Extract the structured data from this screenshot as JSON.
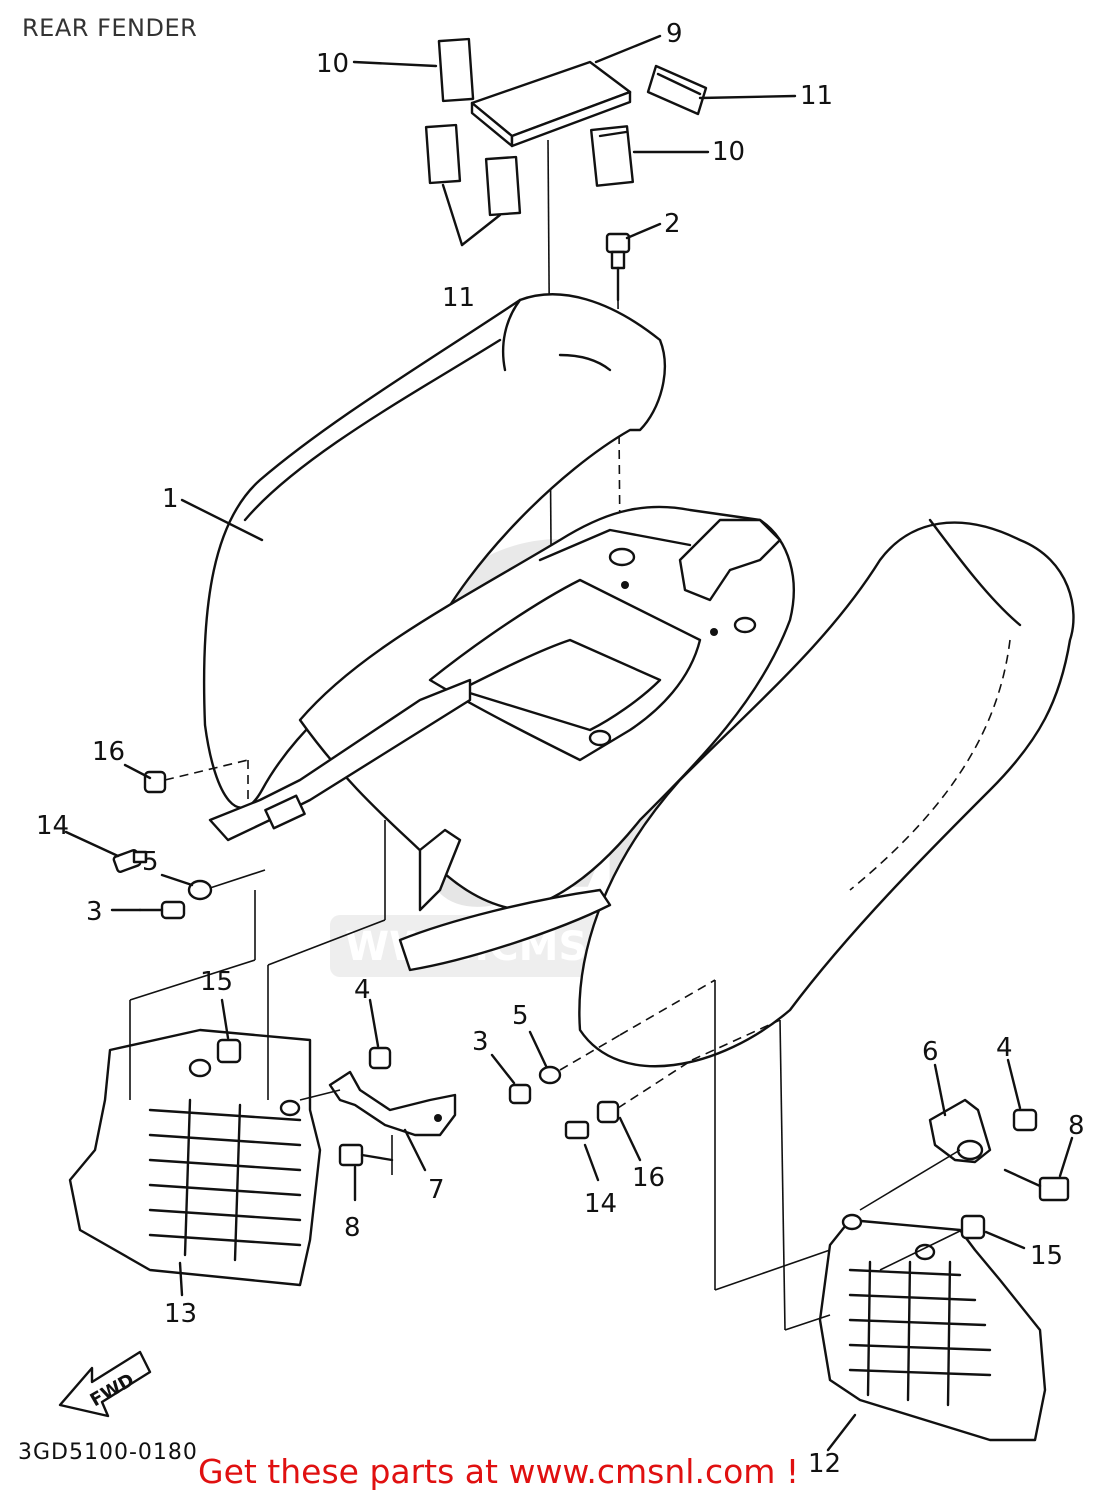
{
  "title": "REAR FENDER",
  "diagram_code": "3GD5100-0180",
  "banner": "Get these parts at www.cmsnl.com !",
  "watermark": {
    "logo": "CMS",
    "url": "WWW.CMSNL.COM"
  },
  "fwd_label": "FWD",
  "callouts": [
    {
      "id": "c1",
      "label": "1"
    },
    {
      "id": "c2",
      "label": "2"
    },
    {
      "id": "c3a",
      "label": "3"
    },
    {
      "id": "c3b",
      "label": "3"
    },
    {
      "id": "c4a",
      "label": "4"
    },
    {
      "id": "c4b",
      "label": "4"
    },
    {
      "id": "c5a",
      "label": "5"
    },
    {
      "id": "c5b",
      "label": "5"
    },
    {
      "id": "c6",
      "label": "6"
    },
    {
      "id": "c7",
      "label": "7"
    },
    {
      "id": "c8a",
      "label": "8"
    },
    {
      "id": "c8b",
      "label": "8"
    },
    {
      "id": "c9",
      "label": "9"
    },
    {
      "id": "c10a",
      "label": "10"
    },
    {
      "id": "c10b",
      "label": "10"
    },
    {
      "id": "c11a",
      "label": "11"
    },
    {
      "id": "c11b",
      "label": "11"
    },
    {
      "id": "c12",
      "label": "12"
    },
    {
      "id": "c13",
      "label": "13"
    },
    {
      "id": "c14a",
      "label": "14"
    },
    {
      "id": "c14b",
      "label": "14"
    },
    {
      "id": "c15a",
      "label": "15"
    },
    {
      "id": "c15b",
      "label": "15"
    },
    {
      "id": "c16a",
      "label": "16"
    },
    {
      "id": "c16b",
      "label": "16"
    }
  ]
}
